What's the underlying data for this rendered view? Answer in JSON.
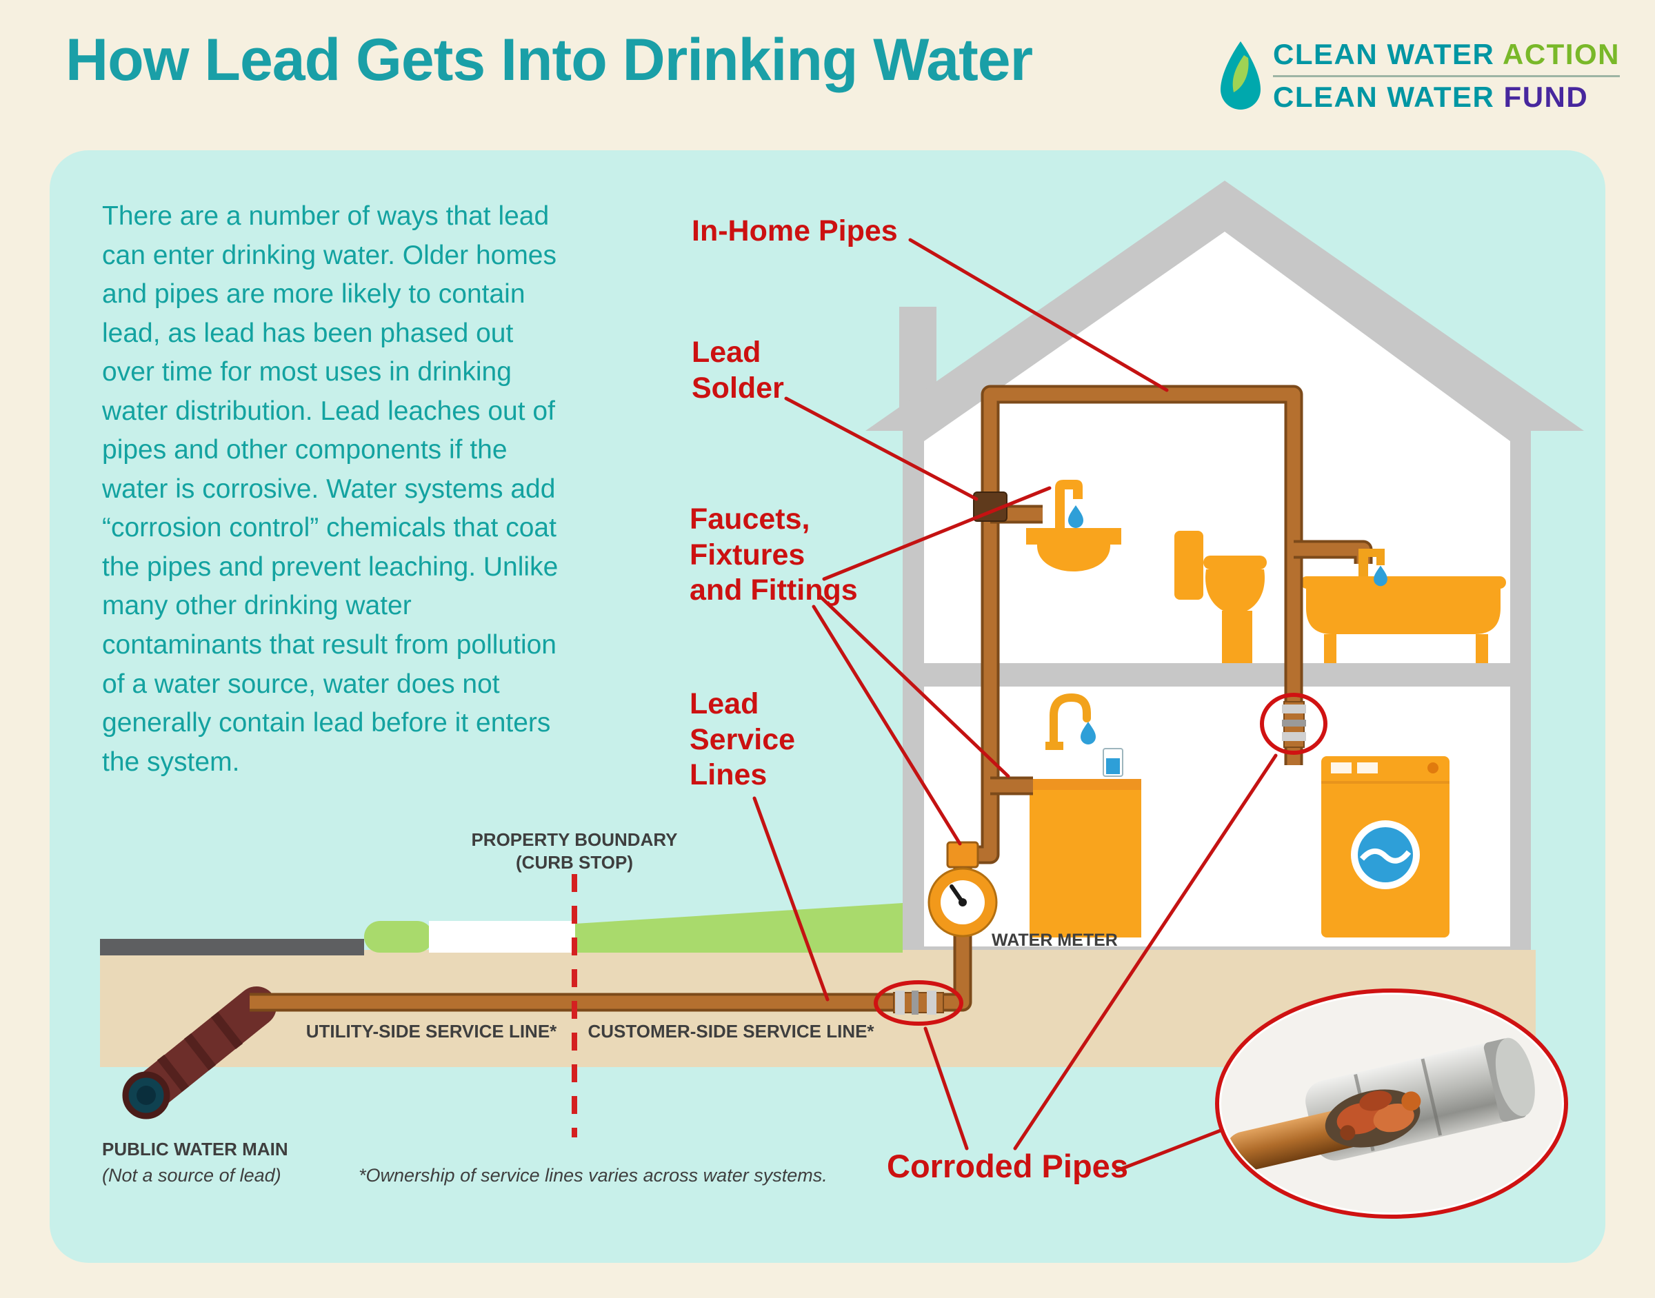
{
  "header": {
    "title": "How Lead Gets Into Drinking Water",
    "logo": {
      "line1_main": "CLEAN WATER",
      "line1_accent": "ACTION",
      "line2_main": "CLEAN WATER",
      "line2_accent": "FUND"
    }
  },
  "intro_text": "There are a number of ways that lead can enter drinking water. Older homes and pipes are more likely to contain lead, as lead has been phased out over time for most uses in drinking water distribution. Lead leaches out of pipes and other components if the water is corrosive. Water systems add “corrosion control” chemicals that coat the pipes and prevent leaching. Unlike many other drinking water contaminants that result from pollution of a water source, water does not generally contain lead before it enters the system.",
  "callouts": {
    "in_home_pipes": "In-Home Pipes",
    "lead_solder": "Lead\nSolder",
    "faucets_fixtures_fittings": "Faucets,\nFixtures\nand Fittings",
    "lead_service_lines": "Lead\nService\nLines",
    "corroded_pipes": "Corroded Pipes"
  },
  "diagram_labels": {
    "property_boundary": "PROPERTY BOUNDARY\n(CURB STOP)",
    "water_meter": "WATER METER",
    "utility_side": "UTILITY-SIDE SERVICE LINE*",
    "customer_side": "CUSTOMER-SIDE SERVICE LINE*",
    "public_water_main": "PUBLIC WATER MAIN",
    "public_water_main_note": "(Not a source of lead)",
    "ownership_note": "*Ownership of service lines varies across water systems."
  },
  "icons": {
    "logo_drop": "water-drop-icon"
  },
  "colors": {
    "background": "#f6f0e0",
    "panel": "#c8f0ea",
    "title_teal": "#1a9fa7",
    "body_teal": "#13a2a0",
    "callout_red": "#cc1111",
    "fixture_orange": "#f9a41d",
    "pipe_copper": "#b5702f",
    "water_main_maroon": "#6d2e2a",
    "logo_green": "#79b829",
    "logo_purple": "#47279e",
    "house_gray": "#c7c7c7",
    "ground_tan": "#ead9b8",
    "lawn_green": "#a9da6c",
    "water_blue": "#2e9fd8"
  }
}
